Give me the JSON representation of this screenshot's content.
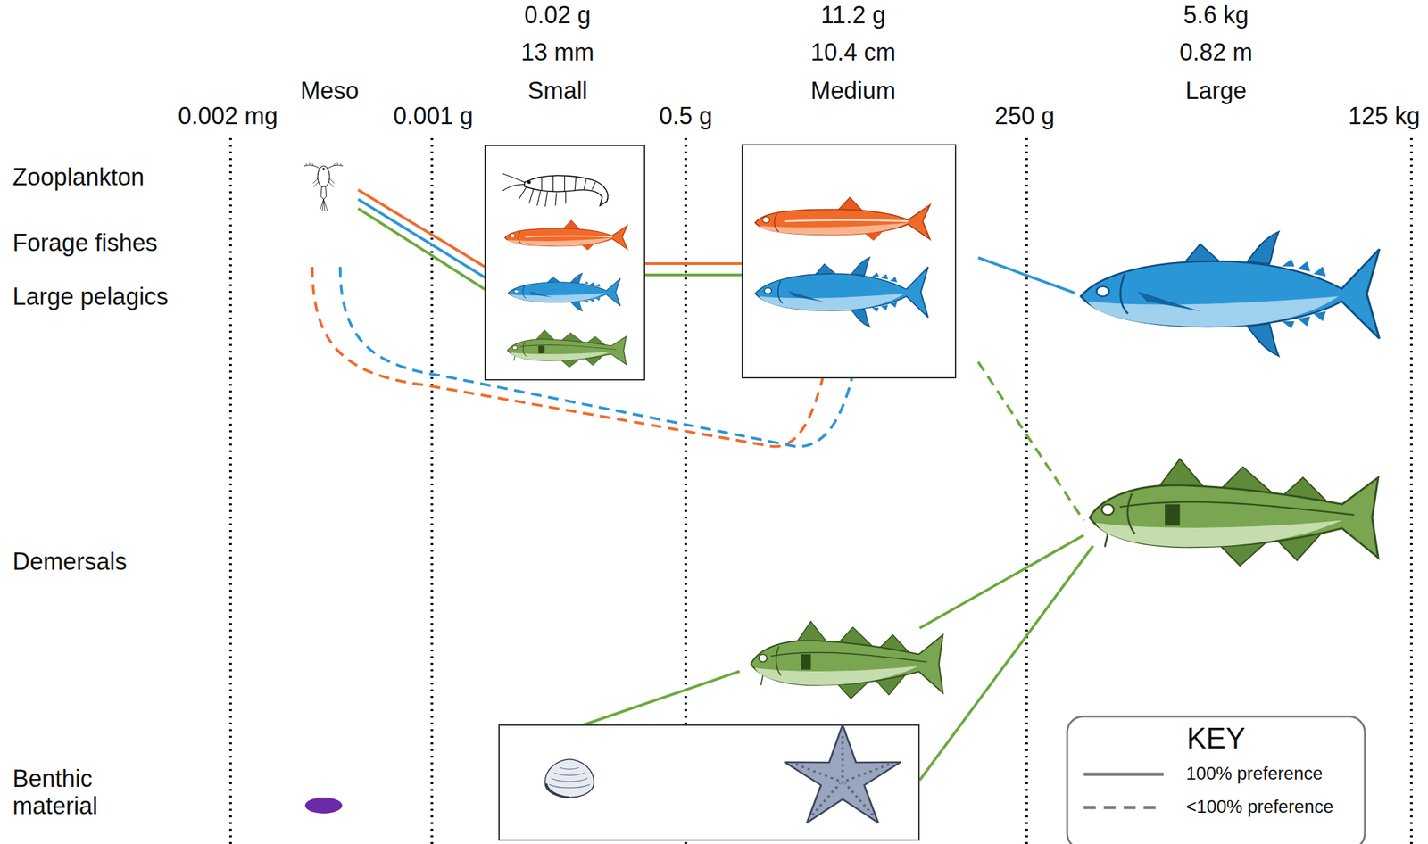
{
  "diagram": {
    "labels": [
      "0.02 g",
      "13 mm",
      "Small",
      "11.2 g",
      "10.4 cm",
      "Medium",
      "5.6 kg",
      "0.82 m",
      "Large",
      "Meso",
      "0.002 mg",
      "0.001 g",
      "0.5 g",
      "250 g",
      "125 kg",
      "Zooplankton",
      "Forage fishes",
      "Large pelagics",
      "Demersals",
      "Benthic material",
      "KEY"
    ],
    "legend": [
      {
        "text": "100% preference"
      },
      {
        "text": "<100% preference"
      }
    ]
  }
}
